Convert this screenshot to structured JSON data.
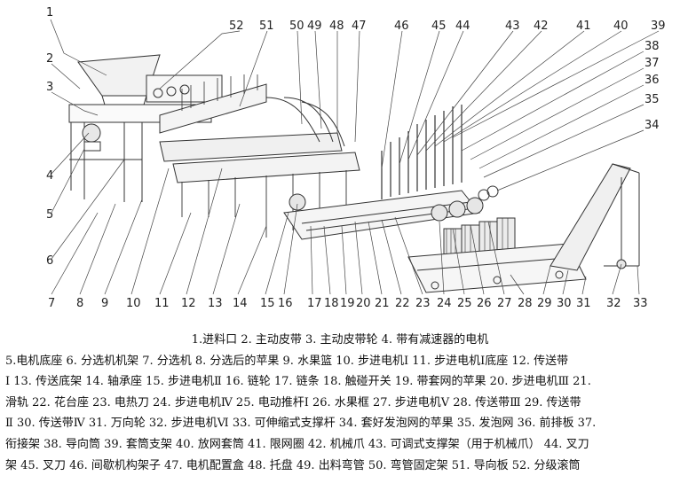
{
  "callouts_top": [
    "1",
    "52",
    "51",
    "50",
    "49",
    "48",
    "47",
    "46",
    "45",
    "44",
    "43",
    "42",
    "41",
    "40",
    "39"
  ],
  "callouts_right": [
    "38",
    "37",
    "36",
    "35",
    "34"
  ],
  "callouts_left": [
    "2",
    "3",
    "4",
    "5",
    "6"
  ],
  "callouts_bottom": [
    "7",
    "8",
    "9",
    "10",
    "11",
    "12",
    "13",
    "14",
    "15",
    "16",
    "17",
    "18",
    "19",
    "20",
    "21",
    "22",
    "23",
    "24",
    "25",
    "26",
    "27",
    "28",
    "29",
    "30",
    "31",
    "32",
    "33"
  ],
  "caption": {
    "line1": "1.进料口 2. 主动皮带 3. 主动皮带轮 4. 带有减速器的电机",
    "line2": "5.电机底座 6. 分选机机架 7. 分选机 8. 分选后的苹果 9. 水果篮 10. 步进电机Ⅰ 11. 步进电机Ⅰ底座 12. 传送带",
    "line3": "Ⅰ 13. 传送底架 14. 轴承座 15. 步进电机Ⅱ 16. 链轮 17. 链条 18. 触碰开关 19. 带套网的苹果 20. 步进电机Ⅲ 21.",
    "line4": "滑轨 22. 花台座 23. 电热刀 24. 步进电机Ⅳ 25. 电动推杆Ⅰ 26. 水果框 27. 步进电机Ⅴ 28. 传送带Ⅲ 29. 传送带",
    "line5": "Ⅱ 30. 传送带Ⅳ 31. 万向轮 32. 步进电机Ⅵ 33. 可伸缩式支撑杆 34. 套好发泡网的苹果 35. 发泡网 36. 前排板 37.",
    "line6": "衔接架 38. 导向筒 39. 套筒支架 40. 放网套筒 41. 限网圈 42. 机械爪 43. 可调式支撑架（用于机械爪） 44. 叉刀",
    "line7": "架 45. 叉刀 46. 间歇机构架子 47. 电机配置盒 48. 托盘 49. 出料弯管 50. 弯管固定架 51. 导向板 52. 分级滚筒"
  }
}
